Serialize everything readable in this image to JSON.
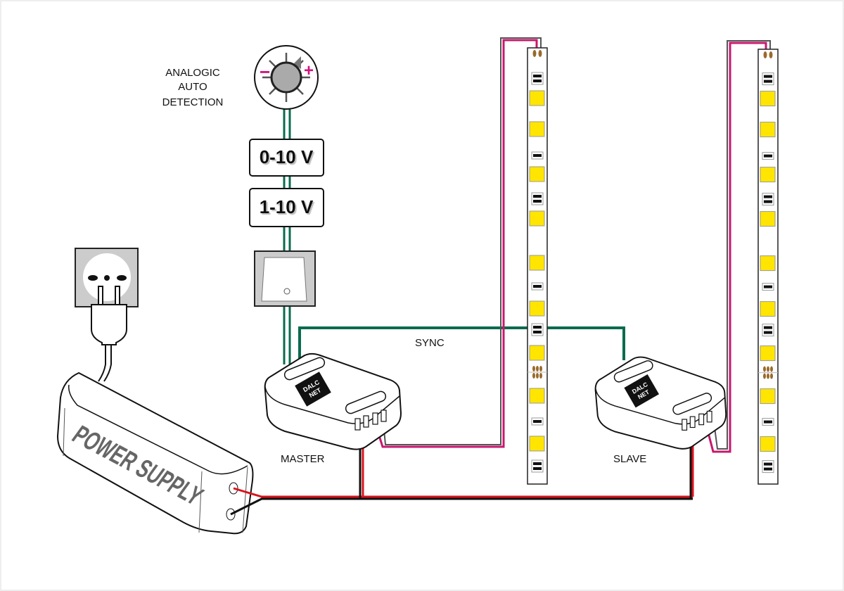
{
  "labels": {
    "analogic_line1": "ANALOGIC",
    "analogic_line2": "AUTO",
    "analogic_line3": "DETECTION",
    "voltage_0_10": "0-10 V",
    "voltage_1_10": "1-10 V",
    "sync": "SYNC",
    "master": "MASTER",
    "slave": "SLAVE",
    "power_supply": "POWER SUPPLY",
    "device_logo": "DALC NET",
    "dimmer_minus": "−",
    "dimmer_plus": "+"
  },
  "colors": {
    "sync_wire": "#0a6b4f",
    "positive_wire": "#d8141c",
    "negative_wire": "#111111",
    "led_wire": "#c8186e",
    "led_chip": "#ffe500",
    "dimmer_marks": "#d0147a"
  },
  "icons": [
    "rotary-dimmer-icon",
    "rocker-switch-icon",
    "wall-socket-icon",
    "plug-icon",
    "power-supply-icon",
    "controller-icon",
    "led-strip-icon"
  ]
}
